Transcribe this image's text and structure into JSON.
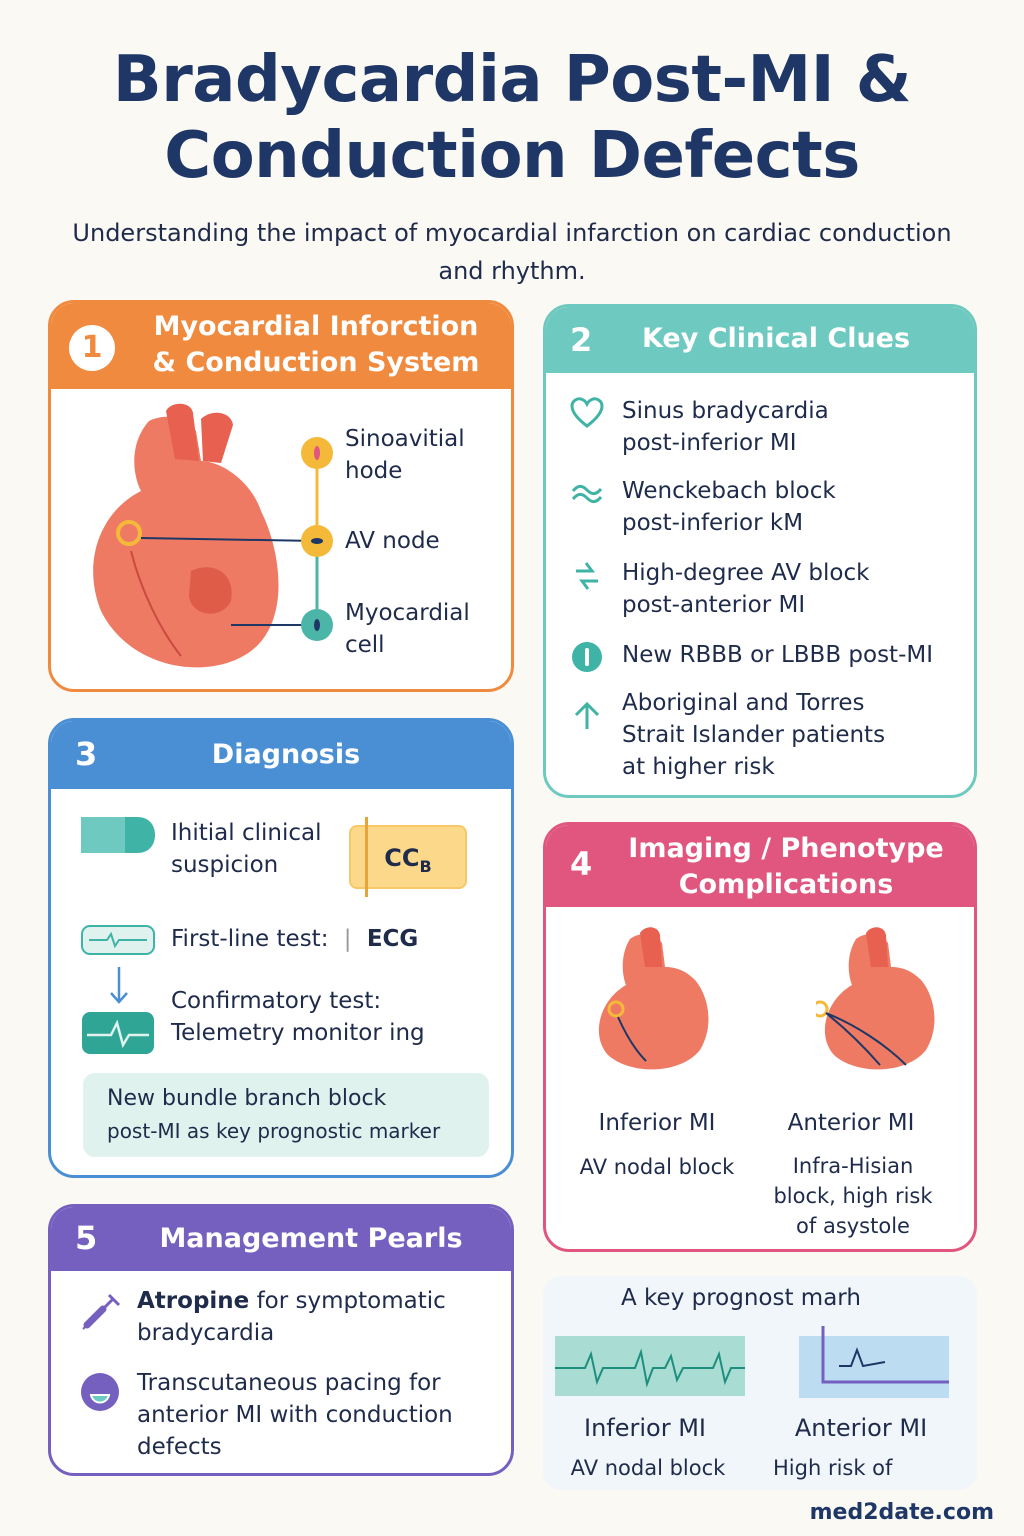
{
  "title_line1": "Bradycardia Post-MI &",
  "title_line2": "Conduction Defects",
  "subtitle": "Understanding the impact of myocardial infarction on cardiac conduction and rhythm.",
  "colors": {
    "orange": "#f08a3e",
    "teal": "#6ec9c0",
    "blue": "#4a8fd4",
    "pink": "#e0567e",
    "purple": "#7560c0",
    "navy": "#1e3766"
  },
  "card1": {
    "number": "1",
    "title_line1": "Myocardial Inforction",
    "title_line2": "& Conduction System",
    "labels": [
      {
        "line1": "Sinoavitial",
        "line2": "hode"
      },
      {
        "line1": "AV node",
        "line2": ""
      },
      {
        "line1": "Myocardial",
        "line2": "cell"
      }
    ]
  },
  "card2": {
    "number": "2",
    "title": "Key Clinical Clues",
    "items": [
      {
        "icon": "heart-outline-icon",
        "line1": "Sinus bradycardia",
        "line2": "post-inferior MI",
        "line3": ""
      },
      {
        "icon": "wave-icon",
        "line1": "Wenckebach block",
        "line2": "post-inferior kM",
        "line3": ""
      },
      {
        "icon": "zigzag-arrows-icon",
        "line1": "High-degree AV block",
        "line2": "post-anterior MI",
        "line3": ""
      },
      {
        "icon": "alert-circle-icon",
        "line1": "New RBBB or LBBB post-MI",
        "line2": "",
        "line3": ""
      },
      {
        "icon": "arrow-up-icon",
        "line1": "Aboriginal and Torres",
        "line2": "Strait Islander patients",
        "line3": "at higher risk"
      }
    ]
  },
  "card3": {
    "number": "3",
    "title": "Diagnosis",
    "initial_line1": "Ihitial clinical",
    "initial_line2": "suspicion",
    "ccb_main": "CC",
    "ccb_sub": "B",
    "firstline_label": "First-line test:",
    "firstline_value": "ECG",
    "confirm_line1": "Confirmatory test:",
    "confirm_line2": "Telemetry monitor ing",
    "callout_line1": "New bundle branch block",
    "callout_line2": "post-MI as key prognostic marker"
  },
  "card4": {
    "number": "4",
    "title_line1": "Imaging / Phenotype",
    "title_line2": "Complications",
    "left": {
      "name": "Inferior MI",
      "desc_line1": "AV nodal block",
      "desc_line2": "",
      "desc_line3": ""
    },
    "right": {
      "name": "Anterior MI",
      "desc_line1": "Infra-Hisian",
      "desc_line2": "block, high risk",
      "desc_line3": "of asystole"
    }
  },
  "card5": {
    "number": "5",
    "title": "Management Pearls",
    "item1_bold": "Atropine",
    "item1_rest": " for symptomatic",
    "item1_line2": "bradycardia",
    "item2_line1": "Transcutaneous pacing for",
    "item2_line2": "anterior MI with conduction",
    "item2_line3": "defects"
  },
  "panel6": {
    "heading": "A  key prognost marh",
    "left_name": "Inferior MI",
    "left_desc": "AV nodal block",
    "right_name": "Anterior MI",
    "right_desc": "High risk of"
  },
  "footer": "med2date.com"
}
